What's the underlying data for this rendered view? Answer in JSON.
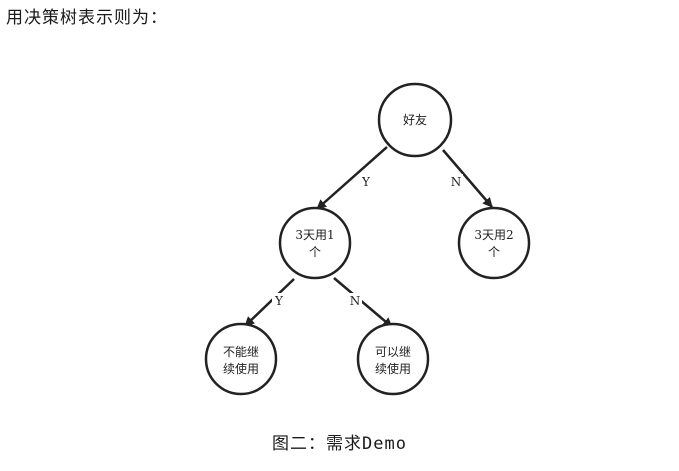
{
  "intro_text": "用决策树表示则为：",
  "caption": "图二：需求Demo",
  "tree": {
    "nodes": {
      "root": [
        "好友"
      ],
      "left": [
        "3天用1",
        "个"
      ],
      "right": [
        "3天用2",
        "个"
      ],
      "left_left": [
        "不能继",
        "续使用"
      ],
      "left_right": [
        "可以继",
        "续使用"
      ]
    },
    "edges": {
      "root_left": "Y",
      "root_right": "N",
      "left_left": "Y",
      "left_right": "N"
    }
  }
}
